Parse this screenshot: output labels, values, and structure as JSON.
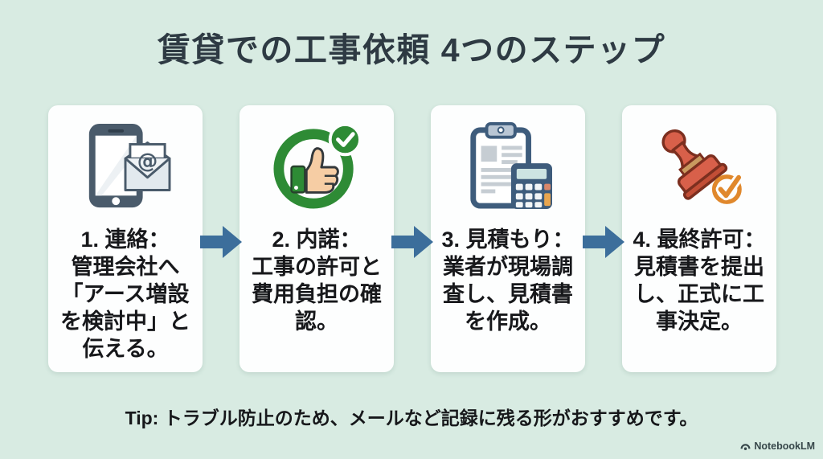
{
  "title": "賃貸での工事依頼 4つのステップ",
  "steps": [
    {
      "icon": "phone-email-icon",
      "text": "1. 連絡：\n管理会社へ\n「アース増設\nを検討中」と\n伝える。"
    },
    {
      "icon": "thumbs-up-approval-icon",
      "text": "2. 内諾：\n工事の許可と\n費用負担の確\n認。"
    },
    {
      "icon": "clipboard-calculator-icon",
      "text": "3. 見積もり：\n業者が現場調\n査し、見積書\nを作成。"
    },
    {
      "icon": "stamp-approval-icon",
      "text": "4. 最終許可：\n見積書を提出\nし、正式に工\n事決定。"
    }
  ],
  "tip": "Tip: トラブル防止のため、メールなど記録に残る形がおすすめです。",
  "watermark": {
    "label": "NotebookLM",
    "icon": "notebooklm-logo-icon"
  },
  "colors": {
    "background": "#d8ebe2",
    "card": "#fdfefe",
    "title": "#2e3a43",
    "body_text": "#17181b",
    "arrow_blue": "#3c6e9b",
    "green": "#2e8b35",
    "skin": "#f6cda4",
    "slate": "#4a5b6b",
    "clipboard_blue": "#3e5c7c",
    "calc_screen": "#cde4e2",
    "orange": "#e0882c",
    "stamp_red": "#d8604a",
    "stamp_outline": "#7c2f1f",
    "band_tan": "#c99a5f"
  }
}
